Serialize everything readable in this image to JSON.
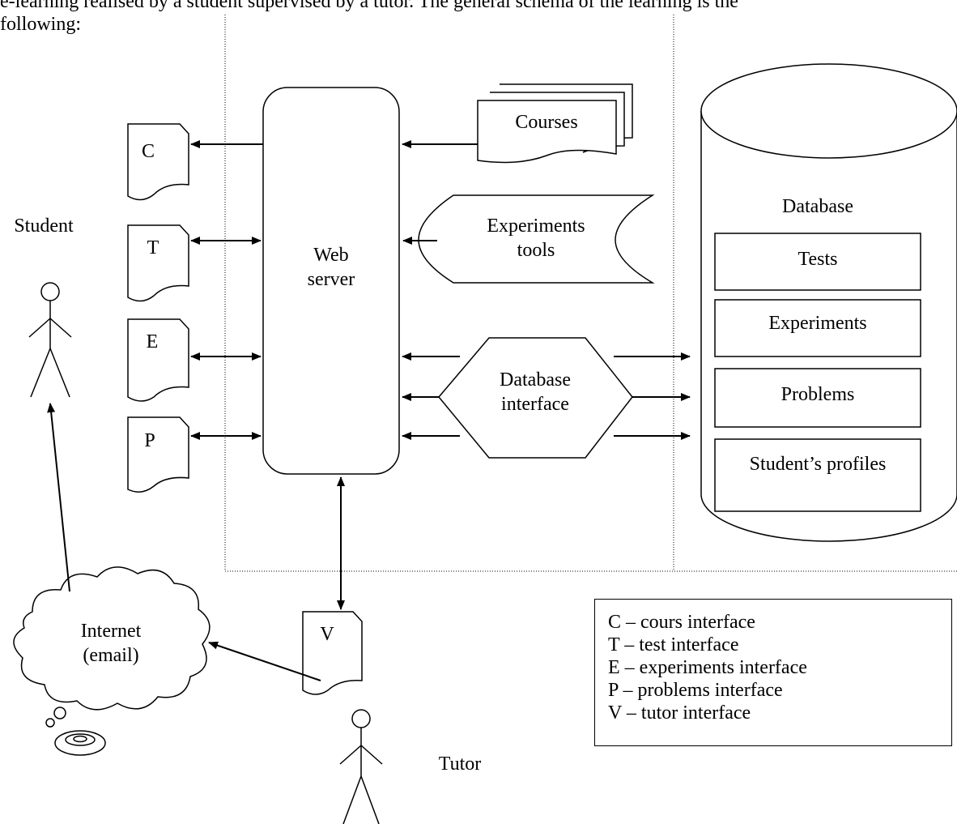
{
  "intro": {
    "line1": "e-learning realised by a student supervised by a tutor. The general schema of the learning is the",
    "line2": "following:"
  },
  "web_server": {
    "line1": "Web",
    "line2": "server"
  },
  "courses": "Courses",
  "experiments_tools": {
    "line1": "Experiments",
    "line2": "tools"
  },
  "database_interface": {
    "line1": "Database",
    "line2": "interface"
  },
  "database": {
    "title": "Database",
    "tables": [
      "Tests",
      "Experiments",
      "Problems",
      "Student’s profiles"
    ]
  },
  "interfaces": {
    "c": "C",
    "t": "T",
    "e": "E",
    "p": "P",
    "v": "V"
  },
  "actors": {
    "student": "Student",
    "tutor": "Tutor"
  },
  "internet": {
    "line1": "Internet",
    "line2": "(email)"
  },
  "legend": [
    "C – cours interface",
    "T – test interface",
    "E – experiments interface",
    "P – problems interface",
    "V – tutor interface"
  ]
}
